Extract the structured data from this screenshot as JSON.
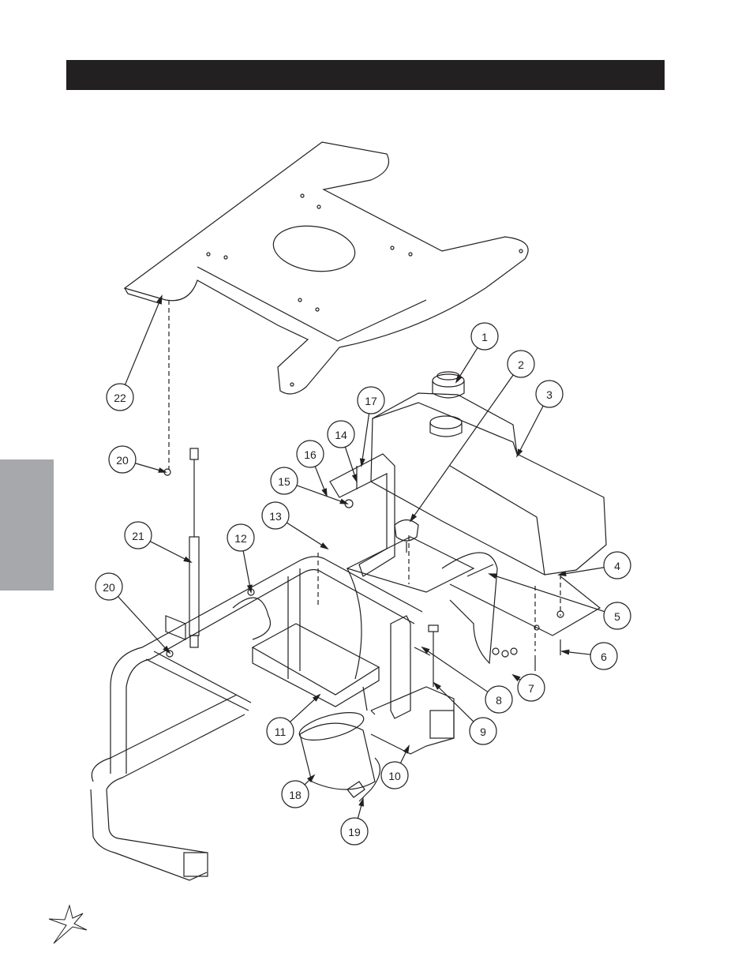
{
  "callouts": [
    "1",
    "2",
    "3",
    "4",
    "5",
    "6",
    "7",
    "8",
    "9",
    "10",
    "11",
    "12",
    "13",
    "14",
    "15",
    "16",
    "17",
    "18",
    "19",
    "20",
    "20",
    "21",
    "22"
  ],
  "colors": {
    "header": "#232021",
    "tab": "#a7a8ab",
    "line": "#231f20"
  }
}
